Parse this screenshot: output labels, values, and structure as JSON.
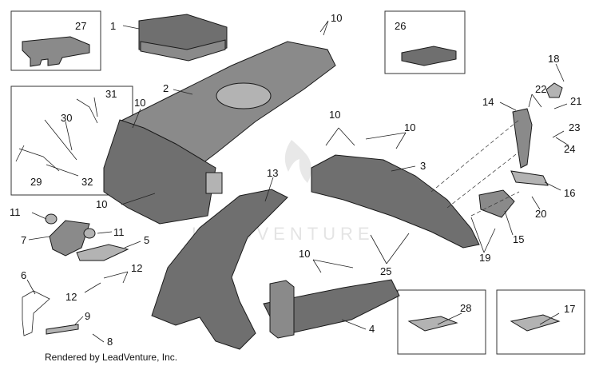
{
  "footer": "Rendered by LeadVenture, Inc.",
  "watermark": "LEADVENTURE",
  "callouts": [
    "1",
    "2",
    "3",
    "4",
    "5",
    "6",
    "7",
    "8",
    "9",
    "10",
    "11",
    "12",
    "13",
    "14",
    "15",
    "16",
    "17",
    "18",
    "19",
    "20",
    "21",
    "22",
    "23",
    "24",
    "25",
    "26",
    "27",
    "28",
    "29",
    "30",
    "31",
    "32"
  ],
  "extra_labels": {
    "ten_b": "10",
    "ten_c": "10",
    "ten_d": "10",
    "ten_e": "10",
    "ten_f": "10",
    "eleven_b": "11",
    "twelve_b": "12"
  }
}
